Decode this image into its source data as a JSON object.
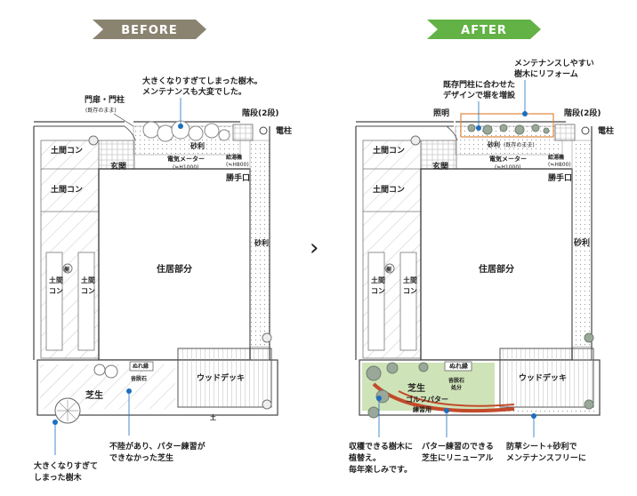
{
  "badges": {
    "before": "BEFORE",
    "after": "AFTER",
    "before_color": "#8a8370",
    "after_color": "#62b245"
  },
  "arrow": "›",
  "colors": {
    "annotation_dot": "#1c6fc0",
    "lawn_new": "#cfe3b8",
    "brick": "#c24a2b",
    "highlight_box": "#e0893e",
    "shrub": "#9aa89a"
  },
  "before": {
    "gate": "門扉・門柱",
    "gate_sub": "(既存のまま)",
    "overgrown_tree_note_1": "大きくなりすぎてしまった樹木。",
    "overgrown_tree_note_2": "メンテナンスも大変でした。",
    "steps": "階段(2段)",
    "pole": "電柱",
    "concrete_1": "土間コン",
    "concrete_2": "土間コン",
    "concrete_3_a": "土間",
    "concrete_3_b": "コン",
    "concrete_4_a": "土間",
    "concrete_4_b": "コン",
    "gravel_top": "砂利",
    "entrance": "玄関",
    "meter": "電気メーター",
    "meter_sub": "(≒H1000)",
    "water_heater": "給湯機",
    "water_heater_sub": "(≒H800)",
    "kitchen_door": "勝手口",
    "gravel_side": "砂利",
    "house": "住居部分",
    "tree_mark": "樹",
    "veranda": "ぬれ縁",
    "shoe_stone": "沓脱石",
    "wood_deck": "ウッドデッキ",
    "lawn": "芝生",
    "soil": "土",
    "lawn_note_1": "不陸があり、パター練習が",
    "lawn_note_2": "できなかった芝生",
    "tree_note_1": "大きくなりすぎて",
    "tree_note_2": "しまった樹木"
  },
  "after": {
    "maint_note_1": "メンテナンスしやすい",
    "maint_note_2": "樹木にリフォーム",
    "wall_note_1": "既存門柱に合わせた",
    "wall_note_2": "デザインで塀を増設",
    "light": "照明",
    "steps": "階段(2段)",
    "pole": "電柱",
    "gravel_top": "砂利",
    "gravel_top_sub": "(既存のまま)",
    "concrete_1": "土間コン",
    "concrete_2": "土間コン",
    "concrete_3_a": "土間",
    "concrete_3_b": "コン",
    "concrete_4_a": "土間",
    "concrete_4_b": "コン",
    "entrance": "玄関",
    "meter": "電気メーター",
    "meter_sub": "(≒H1000)",
    "water_heater": "給湯機",
    "water_heater_sub": "(≒H800)",
    "kitchen_door": "勝手口",
    "gravel_side": "砂利",
    "house": "住居部分",
    "tree_mark": "樹",
    "veranda": "ぬれ縁",
    "shoe_stone_a": "沓脱石",
    "shoe_stone_b": "処分",
    "wood_deck": "ウッドデッキ",
    "lawn": "芝生",
    "golf_1": "ゴルフパター",
    "golf_2": "練習用",
    "harvest_note_1": "収穫できる樹木に",
    "harvest_note_2": "植替え。",
    "harvest_note_3": "毎年楽しみです。",
    "putter_note_1": "パター練習のできる",
    "putter_note_2": "芝生にリニューアル",
    "sheet_note_1": "防草シート+砂利で",
    "sheet_note_2": "メンテナンスフリーに"
  }
}
